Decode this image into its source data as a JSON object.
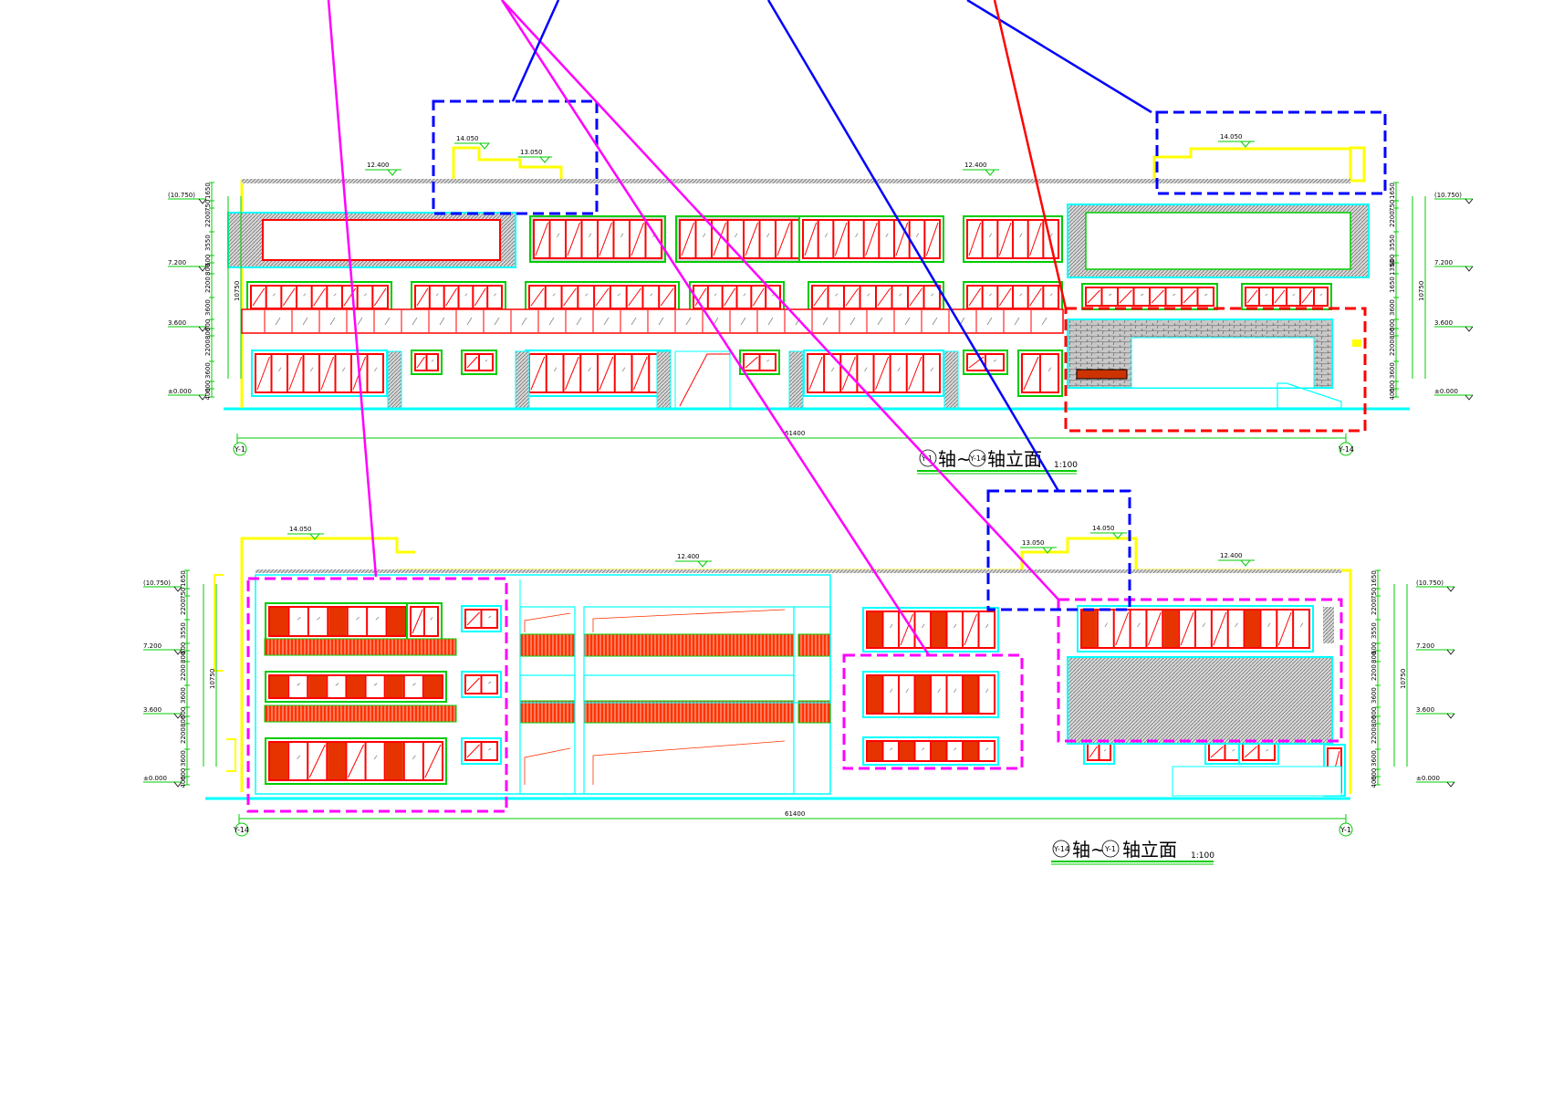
{
  "elevation_top": {
    "title_prefix": "Y-1",
    "title_mid": "轴~",
    "title_axis2": "Y-14",
    "title_suffix": "轴立面",
    "scale": "1:100",
    "axis_left": "Y-1",
    "axis_right": "Y-14",
    "overall_dim": "61400",
    "levels": {
      "roof_high": "14.050",
      "roof_mid": "13.050",
      "roof_main_left": "12.400",
      "roof_main_right": "12.400",
      "roof_high_right": "14.050"
    },
    "left_levels": [
      "(10.750)",
      "7.200",
      "3.600",
      "±0.000"
    ],
    "right_levels": [
      "(10.750)",
      "7.200",
      "3.600",
      "±0.000"
    ],
    "left_dims": [
      "1650",
      "750",
      "2200",
      "3550",
      "600",
      "800",
      "2200",
      "3600",
      "600",
      "800",
      "2200",
      "3600",
      "600",
      "400",
      "10750"
    ],
    "right_dims": [
      "1650",
      "750",
      "2200",
      "3550",
      "600",
      "1350",
      "1650",
      "3600",
      "600",
      "800",
      "2200",
      "3600",
      "600",
      "400",
      "10750"
    ]
  },
  "elevation_bottom": {
    "title_prefix": "Y-14",
    "title_mid": "轴~",
    "title_axis2": "Y-1",
    "title_suffix": "轴立面",
    "scale": "1:100",
    "axis_left": "Y-14",
    "axis_right": "Y-1",
    "overall_dim": "61400",
    "levels": {
      "roof_high_left": "14.050",
      "roof_main": "12.400",
      "roof_mid": "13.050",
      "roof_high_right": "14.050",
      "roof_main_right": "12.400"
    },
    "left_levels": [
      "(10.750)",
      "7.200",
      "3.600",
      "±0.000"
    ],
    "right_levels": [
      "(10.750)",
      "7.200",
      "3.600",
      "±0.000"
    ],
    "left_dims": [
      "1650",
      "750",
      "2200",
      "3550",
      "600",
      "800",
      "2200",
      "3600",
      "600",
      "800",
      "2200",
      "3600",
      "600",
      "400",
      "10750"
    ],
    "right_dims": [
      "1650",
      "750",
      "2200",
      "3550",
      "600",
      "800",
      "2200",
      "3600",
      "600",
      "800",
      "2200",
      "3600",
      "600",
      "400",
      "10750"
    ]
  },
  "colors": {
    "red": "#ff0000",
    "green": "#00cc00",
    "cyan": "#00ffff",
    "yellow": "#ffff00",
    "blue": "#0000ff",
    "magenta": "#ff00ff",
    "hatch": "#808080"
  }
}
